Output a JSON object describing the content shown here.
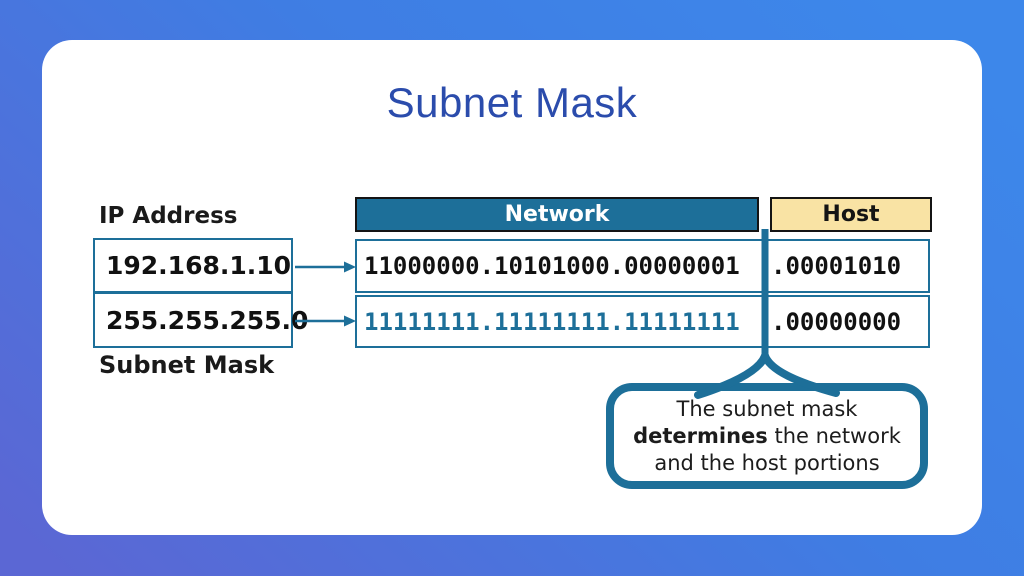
{
  "title": "Subnet Mask",
  "left": {
    "ip_label": "IP Address",
    "ip_value": "192.168.1.10",
    "mask_value": "255.255.255.0",
    "mask_label": "Subnet Mask"
  },
  "table": {
    "network_header": "Network",
    "host_header": "Host",
    "rows": [
      {
        "network": "11000000.10101000.00000001",
        "host": ".00001010"
      },
      {
        "network": "11111111.11111111.11111111",
        "host": ".00000000"
      }
    ]
  },
  "callout": {
    "line1": "The subnet mask",
    "line2_bold": "determines",
    "line2_rest": " the network",
    "line3": "and the host portions"
  },
  "colors": {
    "accent_teal": "#1d6f99",
    "host_yellow": "#f9e3a4",
    "title_blue": "#2b4cac",
    "background_top": "#3d87ea",
    "background_bottom": "#5b67d4"
  }
}
